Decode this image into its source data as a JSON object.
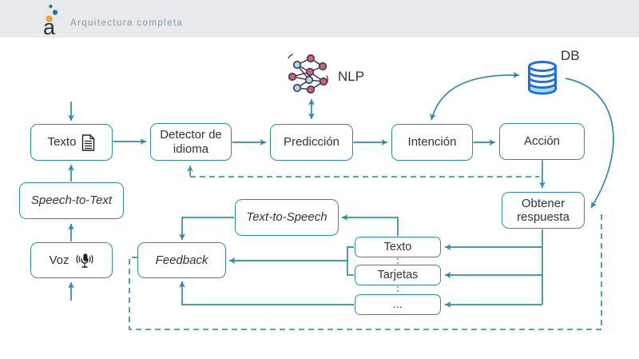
{
  "header": {
    "logo": {
      "letter": "a"
    },
    "title": "Arquitectura completa"
  },
  "colors": {
    "line": "#2e8ca6",
    "dashed": "#3d96ae",
    "box-text": "#333333",
    "header-bg": "#e8e9ec",
    "header-text": "#8699a9",
    "db-blue": "#1d71d8",
    "db-fill": "#a5dcf4",
    "node-red": "#e05a72",
    "node-blue": "#aed4f2",
    "node-stroke": "#343b57",
    "logo-dark": "#27303f",
    "logo-teal": "#15808f",
    "logo-orange": "#f2a33c",
    "icon-dark": "#1c1c1c"
  },
  "diagram": {
    "nodes": {
      "texto_input": "Texto",
      "detector": "Detector de idioma",
      "prediccion": "Predicción",
      "intencion": "Intención",
      "accion": "Acción",
      "speech_to_text": "Speech-to-Text",
      "voz": "Voz",
      "obtener": "Obtener respuesta",
      "tts": "Text-to-Speech",
      "texto_out": "Texto",
      "tarjetas": "Tarjetas",
      "otros": "...",
      "feedback": "Feedback"
    },
    "labels": {
      "nlp": "NLP",
      "db": "DB"
    },
    "edges": [
      {
        "from": "external-input",
        "to": "texto_input",
        "style": "solid"
      },
      {
        "from": "texto_input",
        "to": "detector",
        "style": "solid"
      },
      {
        "from": "detector",
        "to": "prediccion",
        "style": "solid"
      },
      {
        "from": "nlp",
        "to": "prediccion",
        "style": "solid-double"
      },
      {
        "from": "prediccion",
        "to": "intencion",
        "style": "solid"
      },
      {
        "from": "intencion",
        "to": "accion",
        "style": "solid"
      },
      {
        "from": "intencion",
        "to": "db",
        "style": "solid-curve-double"
      },
      {
        "from": "db",
        "to": "obtener",
        "style": "solid-curve"
      },
      {
        "from": "accion",
        "to": "obtener",
        "style": "solid"
      },
      {
        "from": "obtener",
        "to": "texto_out",
        "style": "solid"
      },
      {
        "from": "obtener",
        "to": "tarjetas",
        "style": "solid"
      },
      {
        "from": "obtener",
        "to": "otros",
        "style": "solid"
      },
      {
        "from": "texto_out",
        "to": "tts",
        "style": "solid"
      },
      {
        "from": "tts",
        "to": "feedback",
        "style": "solid"
      },
      {
        "from": "texto_out",
        "to": "feedback",
        "style": "solid"
      },
      {
        "from": "tarjetas",
        "to": "feedback",
        "style": "solid"
      },
      {
        "from": "otros",
        "to": "feedback",
        "style": "solid"
      },
      {
        "from": "external-input",
        "to": "voz",
        "style": "solid"
      },
      {
        "from": "voz",
        "to": "speech_to_text",
        "style": "solid"
      },
      {
        "from": "speech_to_text",
        "to": "texto_input",
        "style": "solid"
      },
      {
        "from": "feedback",
        "to": "detector",
        "style": "dashed"
      },
      {
        "from": "feedback",
        "to": "obtener",
        "style": "dashed"
      }
    ]
  }
}
